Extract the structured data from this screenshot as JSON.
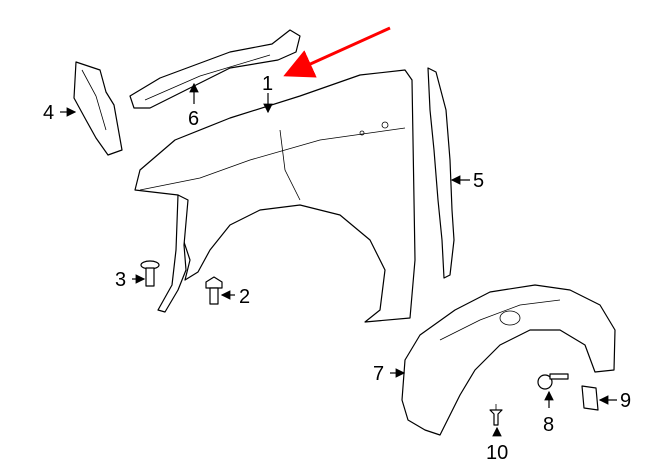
{
  "diagram": {
    "callouts": [
      "1",
      "2",
      "3",
      "4",
      "5",
      "6",
      "7",
      "8",
      "9",
      "10"
    ],
    "highlight_color": "#ff0000"
  }
}
